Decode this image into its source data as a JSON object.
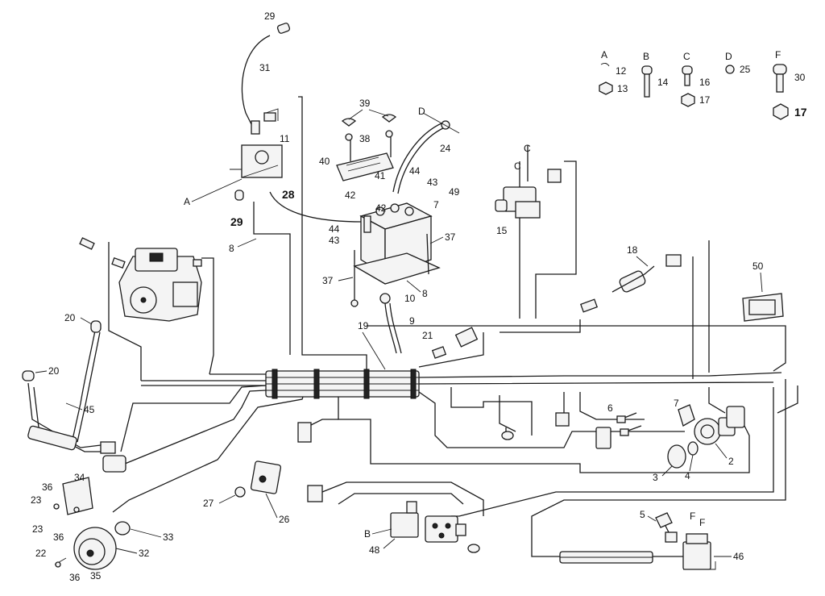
{
  "labels": {
    "p2": "2",
    "p3": "3",
    "p4": "4",
    "p5": "5",
    "p6": "6",
    "p7": "7",
    "p7b": "7",
    "p8": "8",
    "p8b": "8",
    "p9": "9",
    "p10": "10",
    "p11": "11",
    "p12": "12",
    "p13": "13",
    "p14": "14",
    "p15": "15",
    "p16": "16",
    "p17": "17",
    "p17b": "17",
    "p18": "18",
    "p19": "19",
    "p20": "20",
    "p20b": "20",
    "p21": "21",
    "p22": "22",
    "p23": "23",
    "p23b": "23",
    "p24": "24",
    "p25": "25",
    "p26": "26",
    "p27": "27",
    "p28": "28",
    "p29": "29",
    "p29b": "29",
    "p30": "30",
    "p31": "31",
    "p32": "32",
    "p33": "33",
    "p34": "34",
    "p35": "35",
    "p36": "36",
    "p36b": "36",
    "p36c": "36",
    "p37": "37",
    "p37b": "37",
    "p38": "38",
    "p39": "39",
    "p40": "40",
    "p41": "41",
    "p42": "42",
    "p42b": "42",
    "p43": "43",
    "p43b": "43",
    "p44": "44",
    "p44b": "44",
    "p45": "45",
    "p46": "46",
    "p48": "48",
    "p49": "49",
    "p50": "50",
    "ref_a": "A",
    "ref_a2": "A",
    "ref_b": "B",
    "ref_b2": "B",
    "ref_c": "C",
    "ref_c2": "C",
    "ref_c3": "C",
    "ref_d": "D",
    "ref_d2": "D",
    "ref_f": "F",
    "ref_f2": "F",
    "ref_f3": "F"
  }
}
